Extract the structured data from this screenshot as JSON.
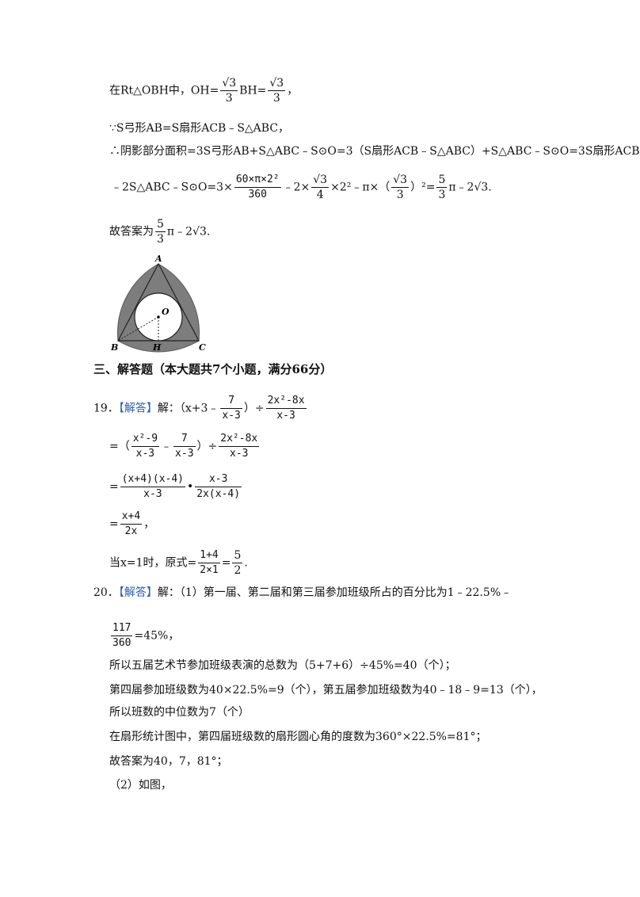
{
  "section_prev": {
    "line1_prefix": "在Rt△OBH中，OH=",
    "line1_frac_num": "√3",
    "line1_frac_den": "3",
    "line1_mid": "BH=",
    "line1_frac2_num": "√3",
    "line1_frac2_den": "3",
    "line1_end": "，",
    "line2": "∵S弓形AB=S扇形ACB﹣S△ABC，",
    "line3": "∴阴影部分面积=3S弓形AB+S△ABC﹣S⊙O=3（S扇形ACB﹣S△ABC）+S△ABC﹣S⊙O=3S扇形ACB",
    "line4_prefix": "﹣2S△ABC﹣S⊙O=3×",
    "line4_frac1_num": "60×π×2²",
    "line4_frac1_den": "360",
    "line4_mid1": "﹣2×",
    "line4_frac2_num": "√3",
    "line4_frac2_den": "4",
    "line4_mid2": "×2²﹣π×（",
    "line4_frac3_num": "√3",
    "line4_frac3_den": "3",
    "line4_mid3": "）²=",
    "line4_frac4_num": "5",
    "line4_frac4_den": "3",
    "line4_end": "π﹣2√3.",
    "answer_prefix": "故答案为",
    "answer_frac_num": "5",
    "answer_frac_den": "3",
    "answer_end": "π﹣2√3."
  },
  "figure": {
    "label_a": "A",
    "label_o": "O",
    "label_b": "B",
    "label_h": "H",
    "label_c": "C",
    "shade_color": "#7d7d7d"
  },
  "section_heading": "三、解答题（本大题共7个小题，满分66分）",
  "q19": {
    "number": "19．",
    "tag": "【解答】",
    "lead": "解：（x+3﹣",
    "s1_f1_num": "7",
    "s1_f1_den": "x-3",
    "s1_mid": "）÷",
    "s1_f2_num": "2x²-8x",
    "s1_f2_den": "x-3",
    "s2_prefix": "=（",
    "s2_f1_num": "x²-9",
    "s2_f1_den": "x-3",
    "s2_mid1": "﹣",
    "s2_f2_num": "7",
    "s2_f2_den": "x-3",
    "s2_mid2": "）÷",
    "s2_f3_num": "2x²-8x",
    "s2_f3_den": "x-3",
    "s3_prefix": "=",
    "s3_f1_num": "(x+4)(x-4)",
    "s3_f1_den": "x-3",
    "s3_mid": "•",
    "s3_f2_num": "x-3",
    "s3_f2_den": "2x(x-4)",
    "s4_prefix": "=",
    "s4_f_num": "x+4",
    "s4_f_den": "2x",
    "s4_end": "，",
    "s5_prefix": "当x=1时，原式=",
    "s5_f1_num": "1+4",
    "s5_f1_den": "2×1",
    "s5_mid": "=",
    "s5_f2_num": "5",
    "s5_f2_den": "2",
    "s5_end": "."
  },
  "q20": {
    "number": "20．",
    "tag": "【解答】",
    "line1": "解：（1）第一届、第二届和第三届参加班级所占的百分比为1﹣22.5%﹣",
    "f_num": "117",
    "f_den": "360",
    "f_end": "=45%，",
    "line2": "所以五届艺术节参加班级表演的总数为（5+7+6）÷45%=40（个）；",
    "line3": "第四届参加班级数为40×22.5%=9（个），第五届参加班级数为40﹣18﹣9=13（个），",
    "line4": "所以班数的中位数为7（个）",
    "line5": "在扇形统计图中，第四届班级数的扇形圆心角的度数为360°×22.5%=81°；",
    "line6": "故答案为40，7，81°；",
    "line7": "（2）如图，"
  }
}
